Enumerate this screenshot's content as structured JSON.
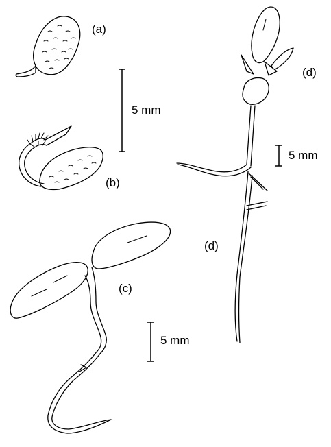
{
  "labels": {
    "a": "(a)",
    "b": "(b)",
    "c": "(c)",
    "d_top": "(d)",
    "d_mid": "(d)"
  },
  "scale_bars": {
    "top": "5 mm",
    "right": "5 mm",
    "bottom": "5 mm"
  }
}
